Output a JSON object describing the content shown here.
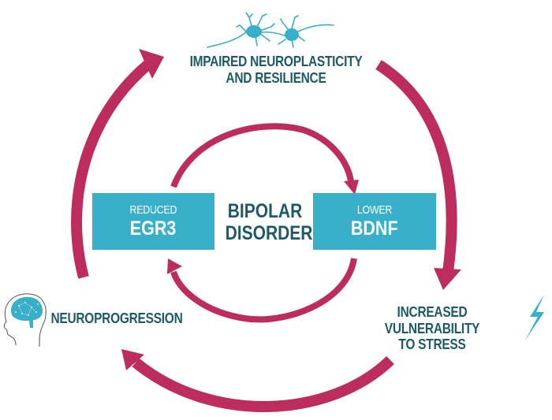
{
  "colors": {
    "arrow": "#bc2d5e",
    "box_fill": "#3aafca",
    "box_text": "#ffffff",
    "label_text": "#1d5a66",
    "icon": "#3aafca"
  },
  "center": {
    "line1": "BIPOLAR",
    "line2": "DISORDER"
  },
  "boxes": {
    "left": {
      "small": "REDUCED",
      "big": "EGR3"
    },
    "right": {
      "small": "LOWER",
      "big": "BDNF"
    }
  },
  "outer_labels": {
    "top": {
      "line1": "IMPAIRED NEUROPLASTICITY",
      "line2": "AND RESILIENCE"
    },
    "right": {
      "line1": "INCREASED VULNERABILITY",
      "line2": "TO STRESS"
    },
    "left": {
      "line1": "NEUROPROGRESSION"
    }
  },
  "icons": {
    "top": "neurons-icon",
    "left": "brain-head-icon",
    "right": "lightning-bolt-icon"
  }
}
